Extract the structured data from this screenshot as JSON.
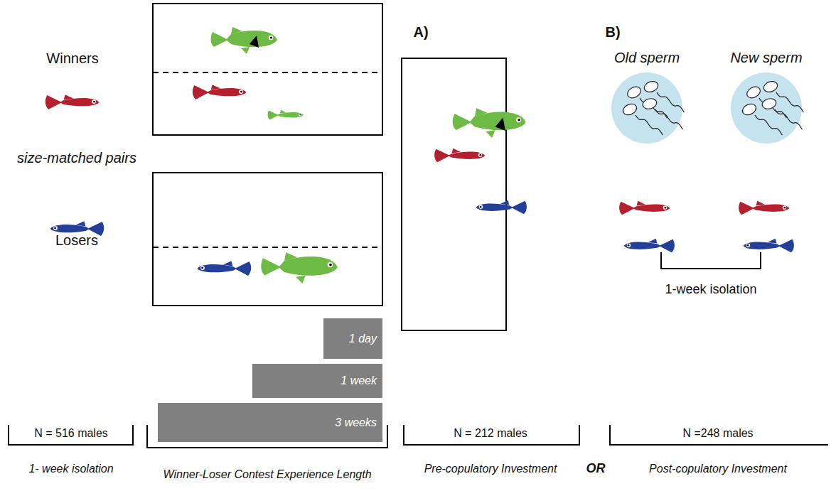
{
  "diagram": {
    "nodes": [
      {
        "text": [
          "1 day"
        ]
      },
      {
        "text": [
          "1 week"
        ]
      },
      {
        "text": [
          "3 weeks"
        ]
      },
      {
        "text": [
          "Old sperm"
        ]
      },
      {
        "text": [
          "New sperm"
        ]
      }
    ],
    "labels": [
      "A)",
      "B)",
      "Winners",
      "size-matched pairs",
      "Losers",
      "1-week isolation",
      "N = 516 males",
      "N = 212 males",
      "N =248 males",
      "1- week isolation",
      "Winner-Loser Contest Experience Length",
      "Pre-copulatory Investment",
      "OR",
      "Post-copulatory Investment"
    ]
  }
}
